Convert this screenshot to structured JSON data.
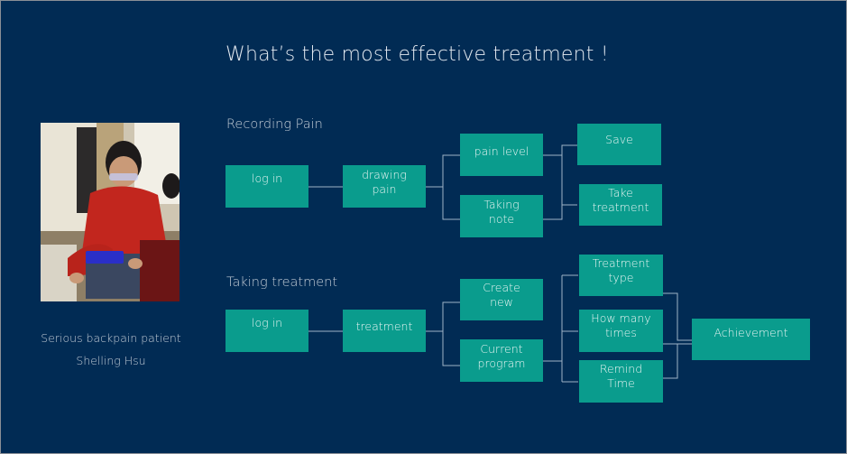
{
  "slide": {
    "title": "What’s the most effective treatment !",
    "caption": {
      "line1": "Serious backpain patient",
      "line2": "Shelling Hsu"
    },
    "photo": {
      "description_icon": "photo-icon"
    }
  },
  "flow_recording": {
    "label": "Recording Pain",
    "log_in": "log in",
    "drawing_pain": "drawing\npain",
    "pain_level": "pain level",
    "taking_note": "Taking\nnote",
    "save": "Save",
    "take_treatment": "Take\ntreatment"
  },
  "flow_treatment": {
    "label": "Taking treatment",
    "log_in": "log in",
    "treatment": "treatment",
    "create_new": "Create\nnew",
    "current_program": "Current\nprogram",
    "treatment_type": "Treatment\ntype",
    "how_many_times": "How many\ntimes",
    "remind_time": "Remind\nTime",
    "achievement": "Achievement"
  },
  "colors": {
    "background": "#012b54",
    "box": "#0a9c8d",
    "connector": "#9fb3c6"
  }
}
